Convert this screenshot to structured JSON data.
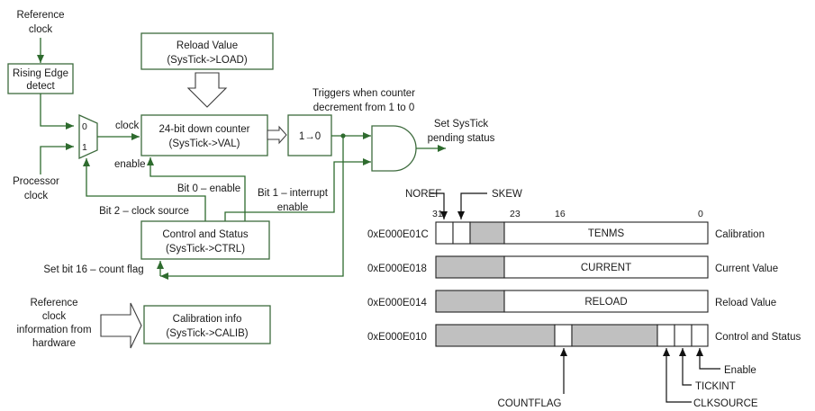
{
  "colors": {
    "wire": "#2e6b2e",
    "block_border": "#3d6b3d",
    "grey_field": "#c0c0c0"
  },
  "left": {
    "reference_clock": [
      "Reference",
      "clock"
    ],
    "rising_edge": [
      "Rising Edge",
      "detect"
    ],
    "processor_clock": [
      "Processor",
      "clock"
    ],
    "mux_in0": "0",
    "mux_in1": "1",
    "reload_block": [
      "Reload Value",
      "(SysTick->LOAD)"
    ],
    "counter_block": [
      "24-bit down counter",
      "(SysTick->VAL)"
    ],
    "clock_label": "clock",
    "enable_label": "enable",
    "compare_block": "1→0",
    "triggers_note": [
      "Triggers when counter",
      "decrement from 1 to 0"
    ],
    "pending_note": [
      "Set SysTick",
      "pending status"
    ],
    "bit0": "Bit 0 – enable",
    "bit1": [
      "Bit 1 – interrupt",
      "enable"
    ],
    "bit2": "Bit 2 – clock source",
    "ctrl_block": [
      "Control and Status",
      "(SysTick->CTRL)"
    ],
    "bit16": "Set bit 16 – count flag",
    "ref_info": [
      "Reference",
      "clock",
      "information from",
      "hardware"
    ],
    "calib_block": [
      "Calibration info",
      "(SysTick->CALIB)"
    ]
  },
  "registers": {
    "bit_numbers": {
      "b31": "31",
      "b23": "23",
      "b16": "16",
      "b0": "0"
    },
    "noref": "NOREF",
    "skew": "SKEW",
    "rows": [
      {
        "address": "0xE000E01C",
        "field": "TENMS",
        "name": "Calibration"
      },
      {
        "address": "0xE000E018",
        "field": "CURRENT",
        "name": "Current Value"
      },
      {
        "address": "0xE000E014",
        "field": "RELOAD",
        "name": "Reload Value"
      },
      {
        "address": "0xE000E010",
        "field": "",
        "name": "Control and Status"
      }
    ],
    "countflag": "COUNTFLAG",
    "clksource": "CLKSOURCE",
    "tickint": "TICKINT",
    "enable": "Enable"
  }
}
